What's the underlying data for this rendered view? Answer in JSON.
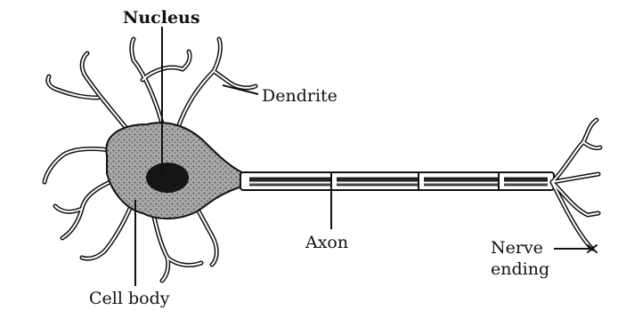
{
  "labels": {
    "nucleus": "Nucleus",
    "dendrite": "Dendrite",
    "axon": "Axon",
    "nerve_ending_line1": "Nerve",
    "nerve_ending_line2": "ending",
    "cell_body": "Cell body"
  },
  "colors": {
    "ink": "#111111",
    "soma_fill": "#8a8a8a",
    "nucleus_fill": "#151515",
    "background": "#ffffff"
  }
}
